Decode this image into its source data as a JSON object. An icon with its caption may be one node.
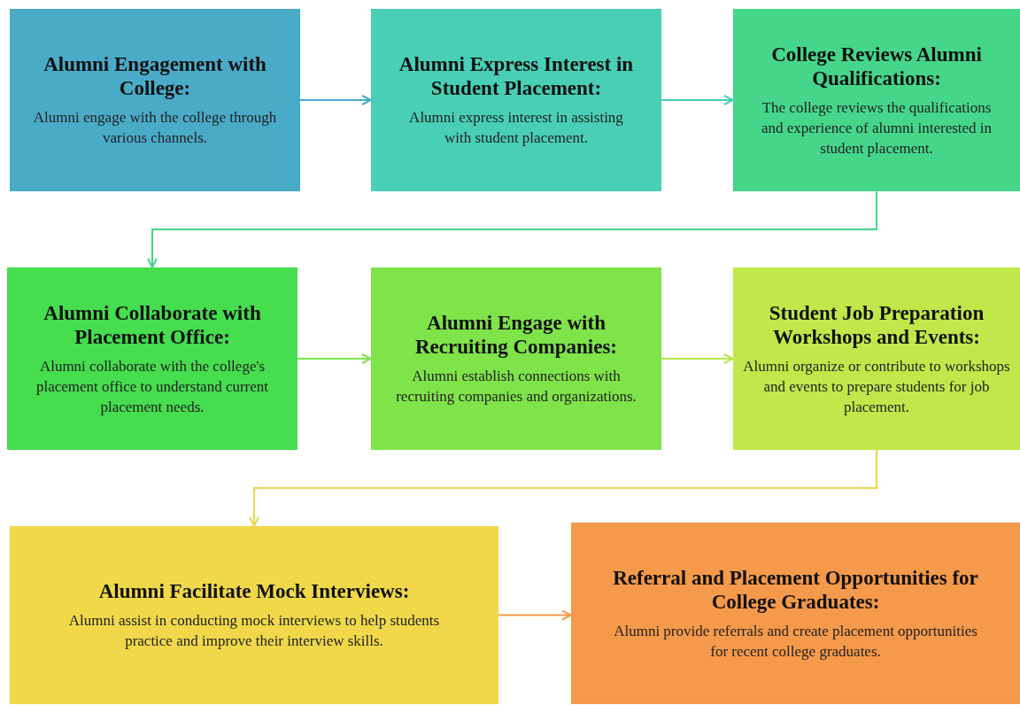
{
  "diagram": {
    "nodes": [
      {
        "text": [
          "Alumni Engagement with College:",
          "Alumni engage with the college through various channels."
        ]
      },
      {
        "text": [
          "Alumni Express Interest in Student Placement:",
          "Alumni express interest in assisting with student placement."
        ]
      },
      {
        "text": [
          "College Reviews Alumni Qualifications:",
          "The college reviews the qualifications and experience of alumni interested in student placement."
        ]
      },
      {
        "text": [
          "Alumni Collaborate with Placement Office:",
          "Alumni collaborate with the college's placement office to understand current placement needs."
        ]
      },
      {
        "text": [
          "Alumni Engage with Recruiting Companies:",
          "Alumni establish connections with recruiting companies and organizations."
        ]
      },
      {
        "text": [
          "Student Job Preparation Workshops and Events:",
          "Alumni organize or contribute to workshops and events to prepare students for job placement."
        ]
      },
      {
        "text": [
          "Alumni Facilitate Mock Interviews:",
          "Alumni assist in conducting mock interviews to help students practice and improve their interview skills."
        ]
      },
      {
        "text": [
          "Referral and Placement Opportunities for College Graduates:",
          "Alumni provide referrals and create placement opportunities for recent college graduates."
        ]
      }
    ],
    "edges": [
      {
        "from": 0,
        "to": 1,
        "arrow": "to",
        "color": "#4aabc8"
      },
      {
        "from": 1,
        "to": 2,
        "arrow": "to",
        "color": "#48cfb5"
      },
      {
        "from": 2,
        "to": 3,
        "arrow": "to",
        "color": "#45d68a"
      },
      {
        "from": 3,
        "to": 4,
        "arrow": "to",
        "color": "#7fe34a"
      },
      {
        "from": 4,
        "to": 5,
        "arrow": "to",
        "color": "#b5e84a"
      },
      {
        "from": 5,
        "to": 6,
        "arrow": "to",
        "color": "#e8d84a"
      },
      {
        "from": 6,
        "to": 7,
        "arrow": "to",
        "color": "#f5994a"
      }
    ]
  }
}
